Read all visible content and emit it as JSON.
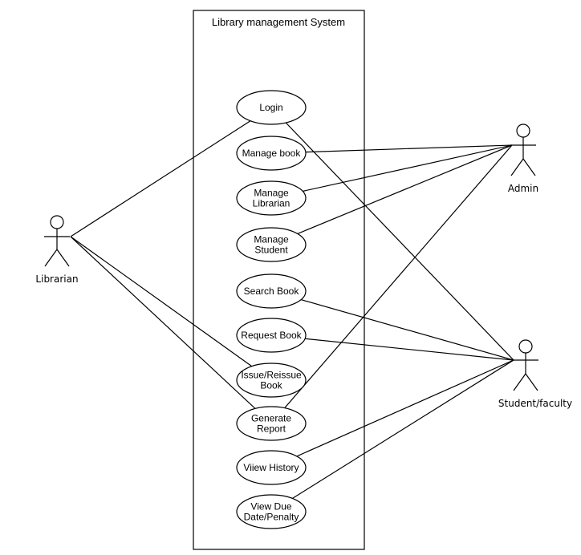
{
  "system": {
    "title": "Library management System"
  },
  "actors": {
    "librarian": "Librarian",
    "admin": "Admin",
    "student": "Student/faculty"
  },
  "use_cases": [
    {
      "id": "login",
      "lines": [
        "Login"
      ]
    },
    {
      "id": "manage-book",
      "lines": [
        "Manage book"
      ]
    },
    {
      "id": "manage-librarian",
      "lines": [
        "Manage",
        "Librarian"
      ]
    },
    {
      "id": "manage-student",
      "lines": [
        "Manage",
        "Student"
      ]
    },
    {
      "id": "search-book",
      "lines": [
        "Search Book"
      ]
    },
    {
      "id": "request-book",
      "lines": [
        "Request Book"
      ]
    },
    {
      "id": "issue-reissue-book",
      "lines": [
        "Issue/Reissue",
        "Book"
      ]
    },
    {
      "id": "generate-report",
      "lines": [
        "Generate",
        "Report"
      ]
    },
    {
      "id": "view-history",
      "lines": [
        "Viiew History"
      ]
    },
    {
      "id": "view-due-date",
      "lines": [
        "View Due",
        "Date/Penalty"
      ]
    }
  ],
  "associations": [
    [
      "librarian",
      "login"
    ],
    [
      "librarian",
      "issue-reissue-book"
    ],
    [
      "librarian",
      "generate-report"
    ],
    [
      "admin",
      "manage-book"
    ],
    [
      "admin",
      "manage-librarian"
    ],
    [
      "admin",
      "manage-student"
    ],
    [
      "admin",
      "generate-report"
    ],
    [
      "student",
      "login"
    ],
    [
      "student",
      "search-book"
    ],
    [
      "student",
      "request-book"
    ],
    [
      "student",
      "view-history"
    ],
    [
      "student",
      "view-due-date"
    ]
  ]
}
